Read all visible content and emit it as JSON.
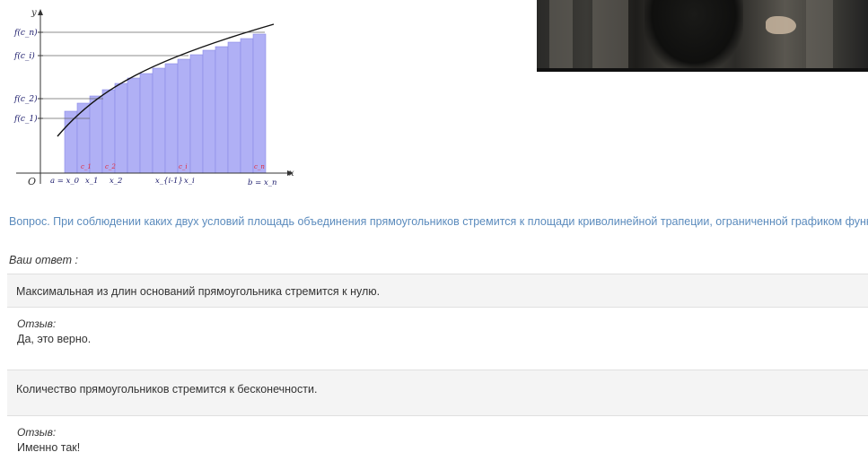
{
  "figure": {
    "y_axis_label": "y",
    "x_axis_label": "x",
    "origin_label": "O",
    "y_ticks": [
      "f(c_n)",
      "f(c_i)",
      "f(c_2)",
      "f(c_1)"
    ],
    "x_ticks": [
      "a = x_0",
      "x_1",
      "x_2",
      "x_{i-1}",
      "x_i",
      "b = x_n"
    ],
    "sample_points": [
      "c_1",
      "c_2",
      "c_i",
      "c_n"
    ],
    "colors": {
      "rect_fill": "#b0b0f5",
      "rect_stroke": "#8a8ae6",
      "curve": "#111111",
      "sample_label": "#e2283a"
    }
  },
  "question": {
    "text": "Вопрос. При соблюдении каких двух условий площадь объединения прямоугольников стремится к площади криволинейной трапеции, ограниченной графиком функции?"
  },
  "answer_label": "Ваш ответ :",
  "answers": [
    {
      "text": "Максимальная из длин оснований прямоугольника стремится к нулю.",
      "feedback_label": "Отзыв:",
      "feedback_text": "Да, это верно."
    },
    {
      "text": "Количество прямоугольников стремится к бесконечности.",
      "feedback_label": "Отзыв:",
      "feedback_text": "Именно так!"
    }
  ]
}
